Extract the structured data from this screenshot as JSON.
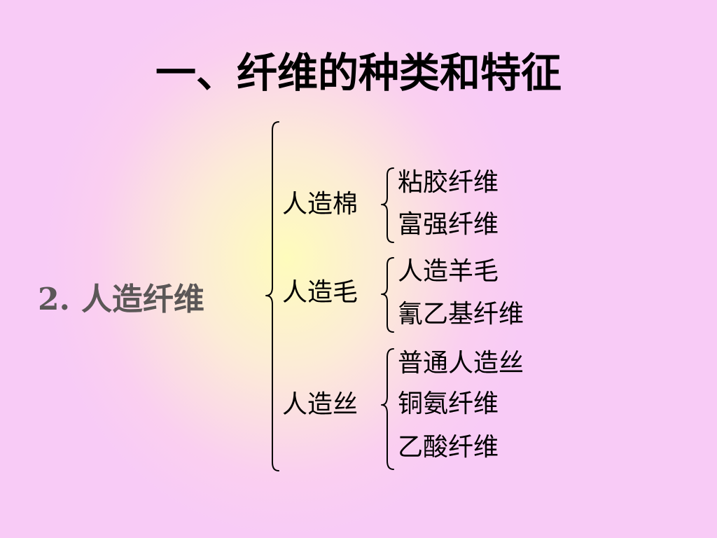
{
  "slide": {
    "title": "一、纤维的种类和特征",
    "left_number": "2.",
    "left_label": "人造纤维",
    "groups": [
      {
        "label": "人造棉",
        "items": [
          "粘胶纤维",
          "富强纤维"
        ]
      },
      {
        "label": "人造毛",
        "items": [
          "人造羊毛",
          "氰乙基纤维"
        ]
      },
      {
        "label": "人造丝",
        "items": [
          "普通人造丝",
          "铜氨纤维",
          "乙酸纤维"
        ]
      }
    ]
  },
  "colors": {
    "background": "#f8cbf6",
    "center_glow": "#fefcbc",
    "title_text": "#000000",
    "left_label_text": "#5b5757",
    "brace_stroke": "#000000"
  }
}
